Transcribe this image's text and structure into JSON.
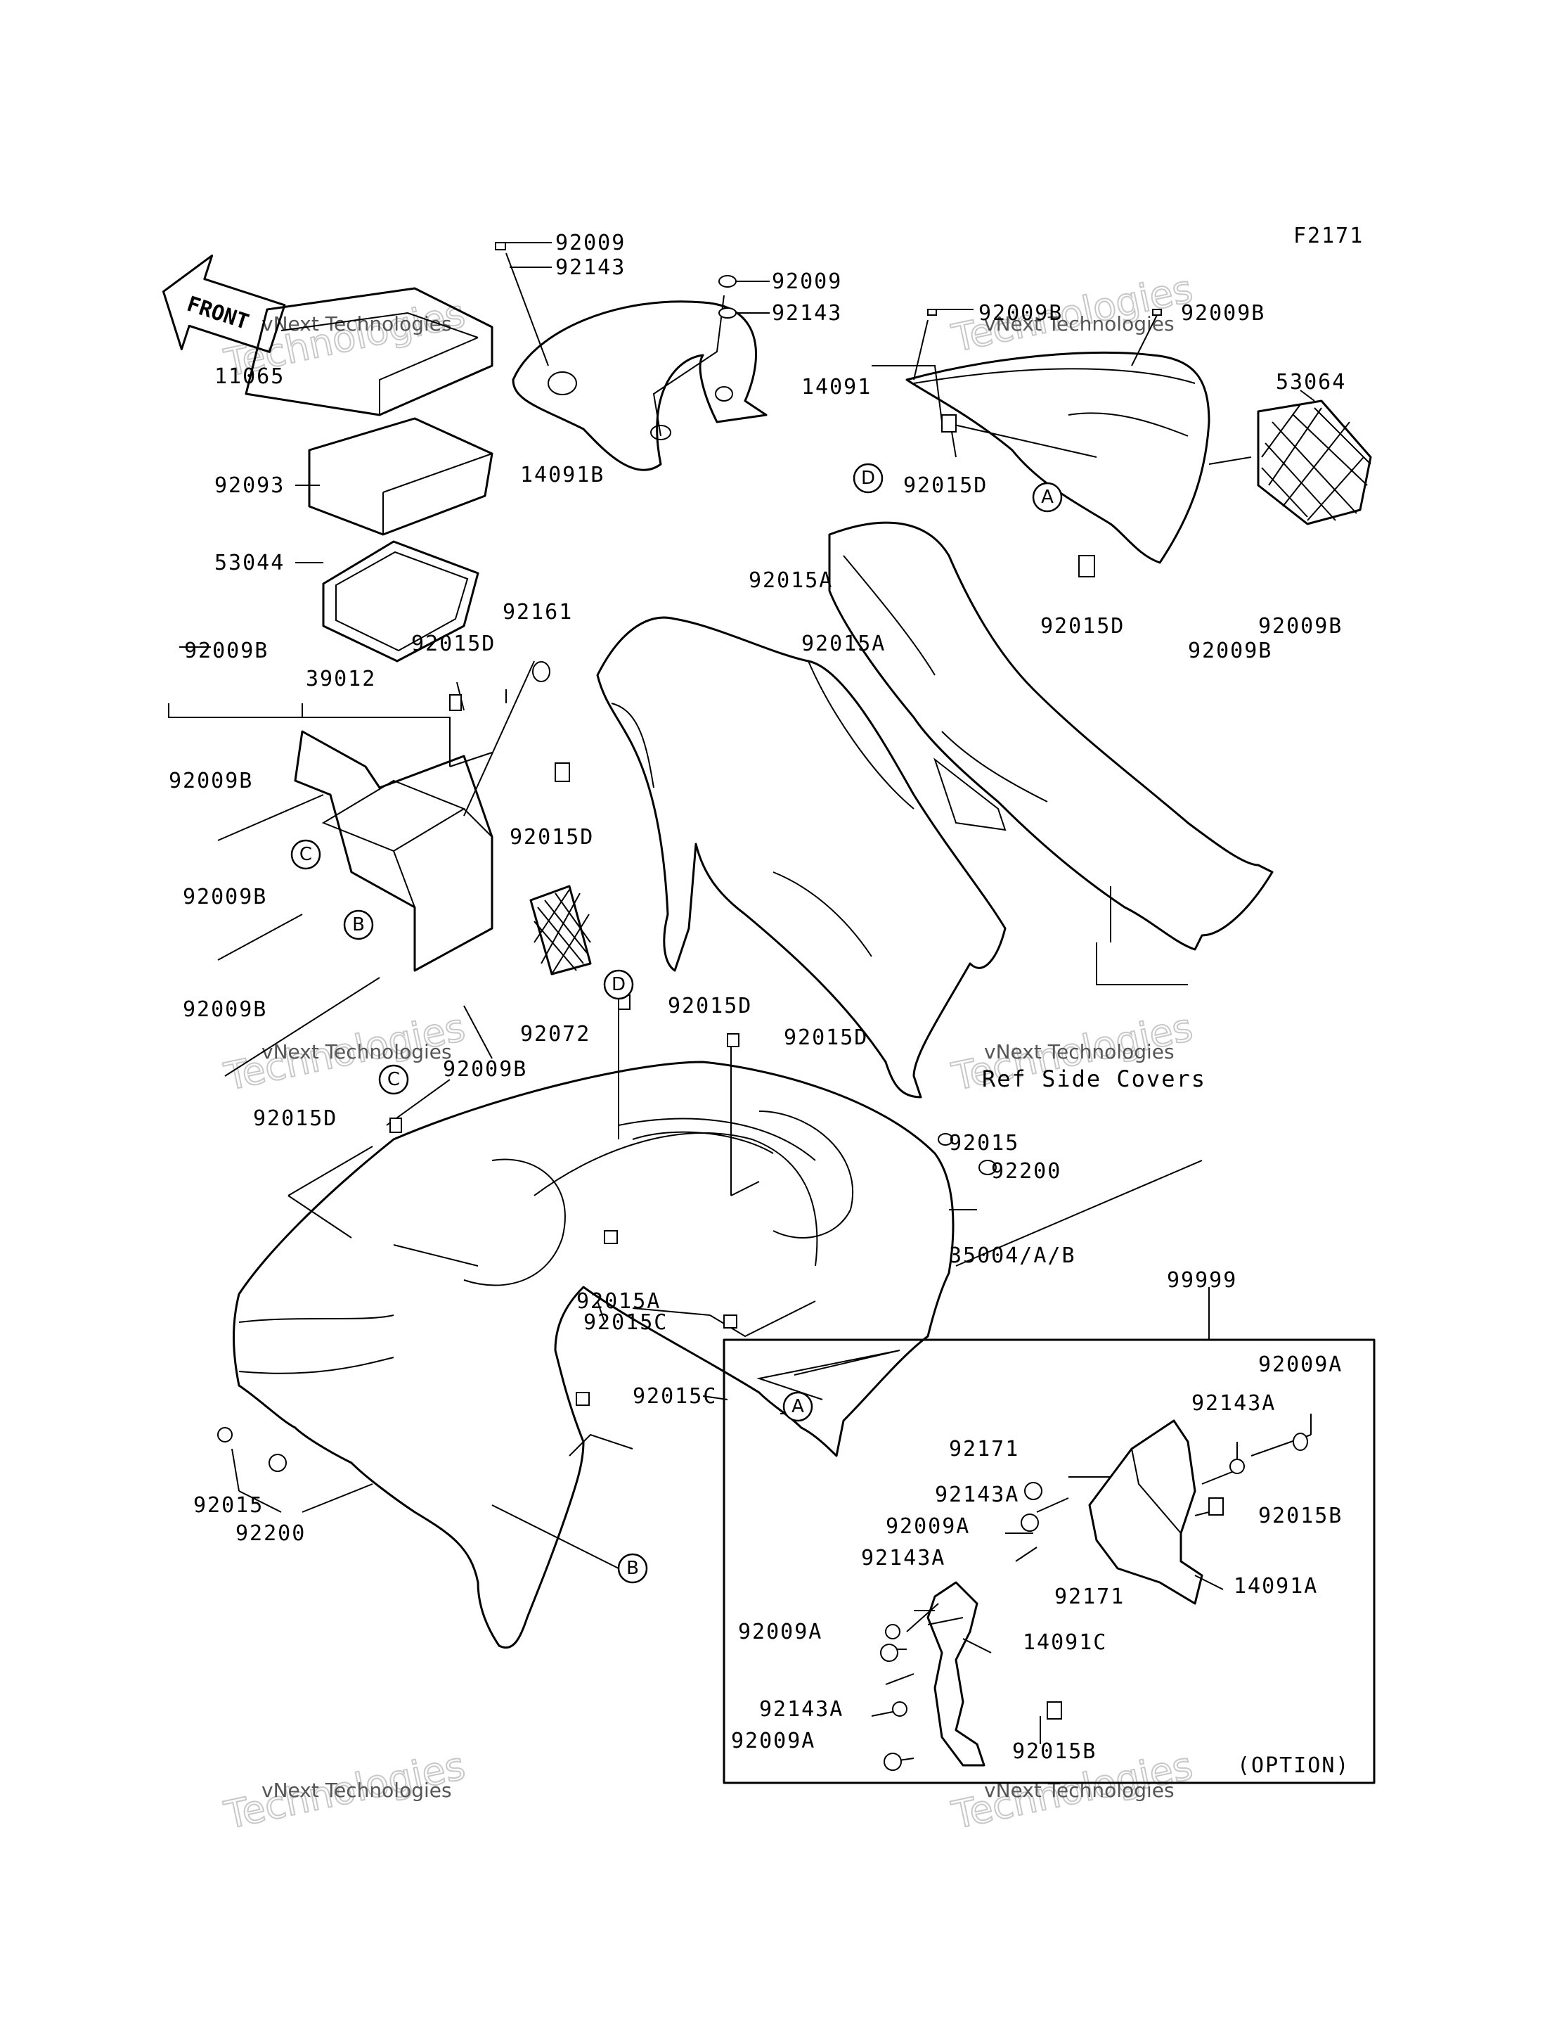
{
  "figure_code": "F2171",
  "front_label": "FRONT",
  "watermark": {
    "line1": "vNext Technologies",
    "line2": "Technologies"
  },
  "labels": {
    "p1": "92009",
    "p2": "92143",
    "p3": "92009",
    "p4": "92143",
    "p5": "92009B",
    "p6": "92009B",
    "p7": "11065",
    "p8": "14091B",
    "p9": "14091",
    "p10": "53064",
    "p11": "92093",
    "p12": "92015D",
    "p13": "53044",
    "p14": "92015A",
    "p15": "92015D",
    "p16": "92161",
    "p17": "92015A",
    "p18": "92009B",
    "p19": "92015D",
    "p20": "92009B",
    "p21": "92009B",
    "p22": "39012",
    "p23": "92009B",
    "p24": "92015D",
    "p25": "92009B",
    "p26": "92072",
    "p27": "92009B",
    "p28": "92009B",
    "p29": "92015D",
    "p30": "92015D",
    "p31": "92015D",
    "p32": "92015",
    "p33": "92200",
    "p34": "35004/A/B",
    "p35": "99999",
    "p36": "92015A",
    "p37": "92015C",
    "p38": "92009A",
    "p39": "92015C",
    "p40": "92143A",
    "p41": "92171",
    "p42": "92015",
    "p43": "92200",
    "p44": "92143A",
    "p45": "92009A",
    "p46": "92015B",
    "p47": "92143A",
    "p48": "14091A",
    "p49": "92171",
    "p50": "92009A",
    "p51": "14091C",
    "p52": "92143A",
    "p53": "92009A",
    "p54": "92015B"
  },
  "ref_side_covers": "Ref Side Covers",
  "option": "(OPTION)",
  "callouts": {
    "a": "A",
    "b": "B",
    "c": "C",
    "d": "D"
  }
}
